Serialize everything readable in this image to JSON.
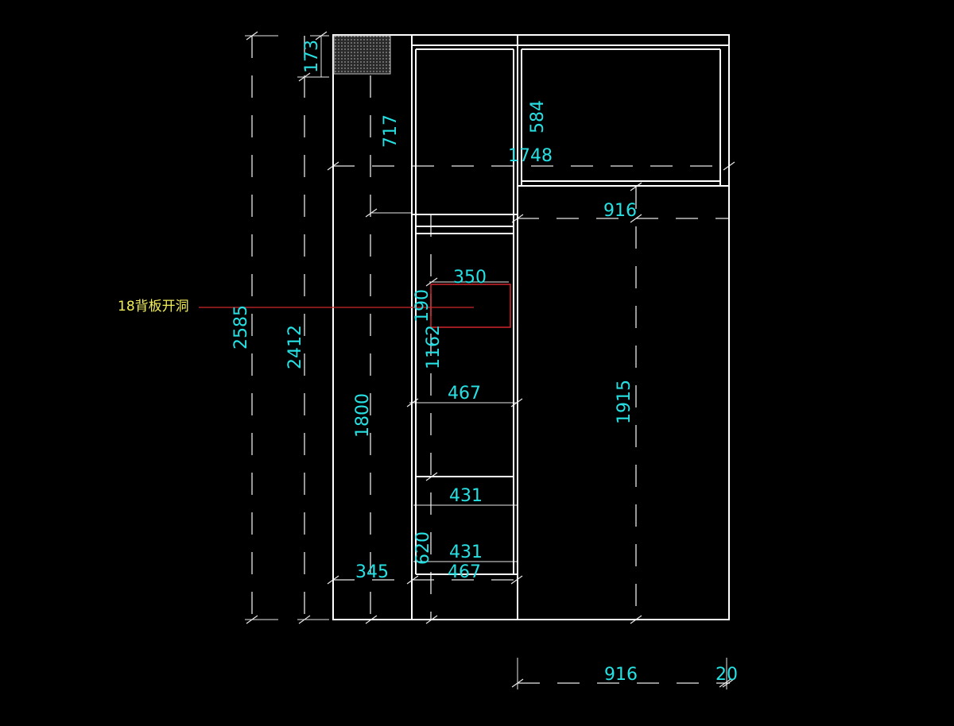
{
  "colors": {
    "background": "#000000",
    "panel_line": "#ffffff",
    "dimension_text": "#27e0e3",
    "annotation_text": "#f1ee5a",
    "hole_outline": "#d0262b"
  },
  "annotation": {
    "label": "18背板开洞"
  },
  "dimensions": {
    "d173": "173",
    "d717": "717",
    "d584": "584",
    "d1748": "1748",
    "d916_top": "916",
    "d350": "350",
    "d190": "190",
    "d1162": "1162",
    "d2585": "2585",
    "d2412": "2412",
    "d467_mid": "467",
    "d1800": "1800",
    "d1915": "1915",
    "d431_a": "431",
    "d431_b": "431",
    "d620": "620",
    "d345": "345",
    "d467_bottom": "467",
    "d916_bottom": "916",
    "d20": "20"
  }
}
